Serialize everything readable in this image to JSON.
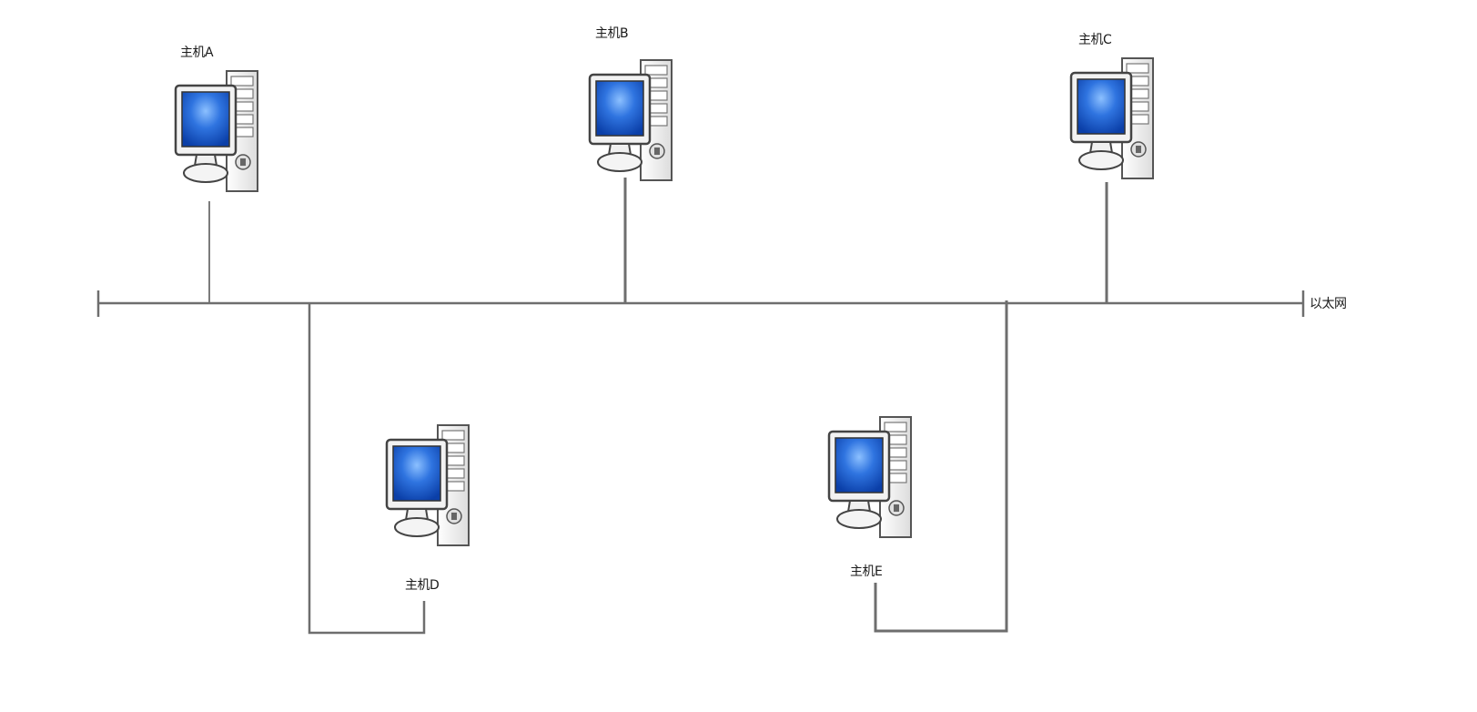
{
  "network": {
    "label": "以太网"
  },
  "hosts": [
    {
      "id": "A",
      "label": "主机A"
    },
    {
      "id": "B",
      "label": "主机B"
    },
    {
      "id": "C",
      "label": "主机C"
    },
    {
      "id": "D",
      "label": "主机D"
    },
    {
      "id": "E",
      "label": "主机E"
    }
  ],
  "colors": {
    "line": "#6e6e6e",
    "screen": "#1f5fd0",
    "screen_highlight": "#6aa8ff",
    "case": "#f4f4f4",
    "outline": "#555555"
  },
  "icons": [
    "computer-icon"
  ]
}
